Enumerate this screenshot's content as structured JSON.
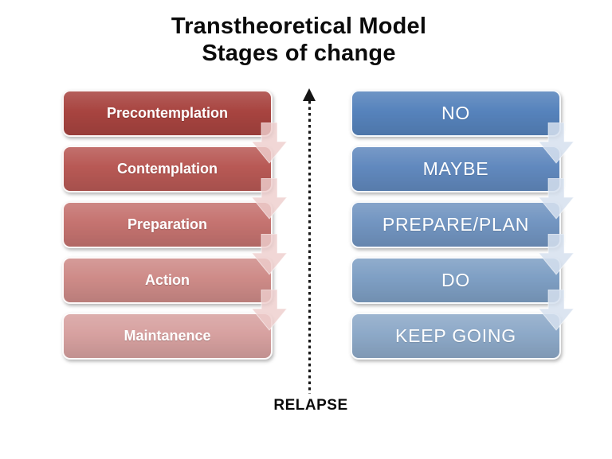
{
  "title": {
    "line1": "Transtheoretical Model",
    "line2": "Stages of change"
  },
  "left_column": {
    "description": "stages-of-change",
    "items": [
      {
        "label": "Precontemplation",
        "color": "#a84440"
      },
      {
        "label": "Contemplation",
        "color": "#b85955"
      },
      {
        "label": "Preparation",
        "color": "#c57370"
      },
      {
        "label": "Action",
        "color": "#ce8b88"
      },
      {
        "label": "Maintanence",
        "color": "#d7a1a0"
      }
    ],
    "arrow_color": "rgba(238,206,205,0.82)"
  },
  "right_column": {
    "description": "plain-language-stages",
    "items": [
      {
        "label": "NO",
        "color": "#5683bc"
      },
      {
        "label": "MAYBE",
        "color": "#6189be"
      },
      {
        "label": "PREPARE/PLAN",
        "color": "#7295c1"
      },
      {
        "label": "DO",
        "color": "#7e9fc4"
      },
      {
        "label": "KEEP GOING",
        "color": "#8da9c8"
      }
    ],
    "arrow_color": "rgba(214,224,238,0.85)"
  },
  "center": {
    "relapse_label": "RELAPSE",
    "arrow_color": "#161616",
    "icons": {
      "up_arrow": "up-arrow-dotted",
      "down_arrow": "down-arrow-chevron"
    }
  }
}
